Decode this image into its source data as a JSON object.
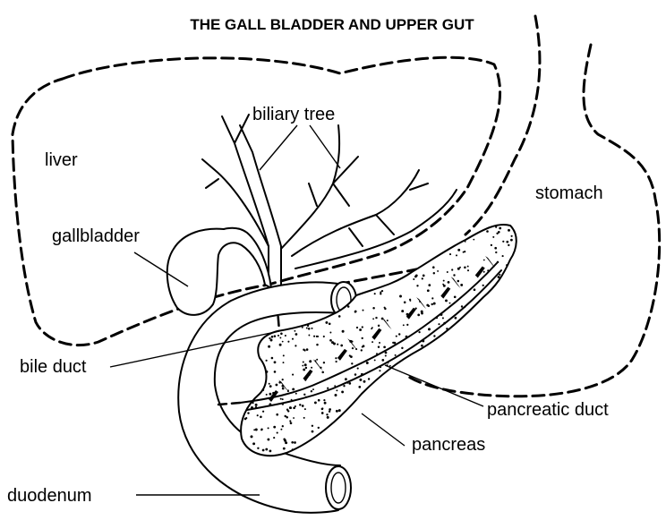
{
  "title": "THE GALL BLADDER AND UPPER GUT",
  "labels": {
    "liver": "liver",
    "biliary_tree": "biliary tree",
    "stomach": "stomach",
    "gallbladder": "gallbladder",
    "bile_duct": "bile duct",
    "pancreatic_duct": "pancreatic duct",
    "pancreas": "pancreas",
    "duodenum": "duodenum"
  }
}
